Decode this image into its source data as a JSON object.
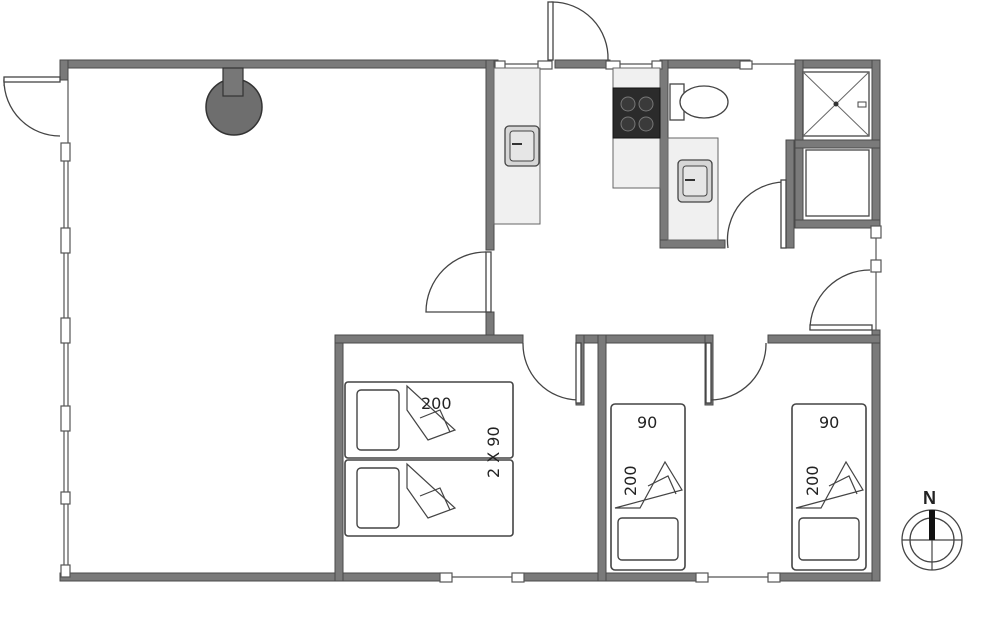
{
  "bedroom_1": {
    "bed_length": "200",
    "bed_width": "2 X 90"
  },
  "bedroom_2": {
    "bed_width": "90",
    "bed_length": "200"
  },
  "bedroom_3": {
    "bed_width": "90",
    "bed_length": "200"
  },
  "compass": {
    "north_label": "N"
  },
  "colors": {
    "wall": "#7a7a7a",
    "stove": "#2b2b2b",
    "fireplace": "#6e6e6e",
    "counter": "#f0f0f0"
  }
}
